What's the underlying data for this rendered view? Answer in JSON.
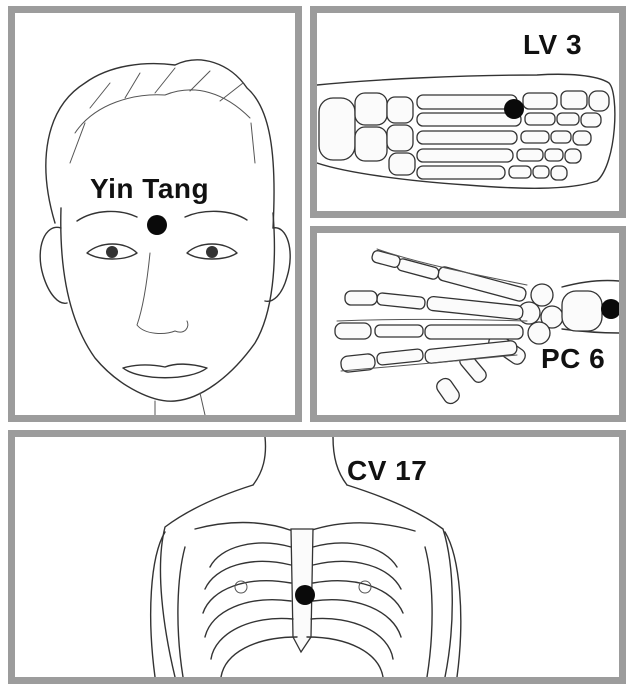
{
  "panels": {
    "face": {
      "label": "Yin Tang"
    },
    "foot": {
      "label": "LV 3"
    },
    "hand": {
      "label": "PC 6"
    },
    "chest": {
      "label": "CV 17"
    }
  },
  "colors": {
    "border": "#9c9c9c",
    "dot": "#0a0a0a",
    "text": "#111111"
  }
}
